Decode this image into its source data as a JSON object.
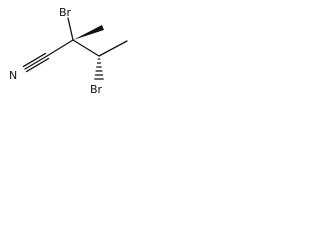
{
  "molecule": {
    "atoms": {
      "br_top": "Br",
      "br_bottom": "Br",
      "nitrogen": "N"
    },
    "colors": {
      "ink": "#111111",
      "background": "#ffffff"
    }
  }
}
